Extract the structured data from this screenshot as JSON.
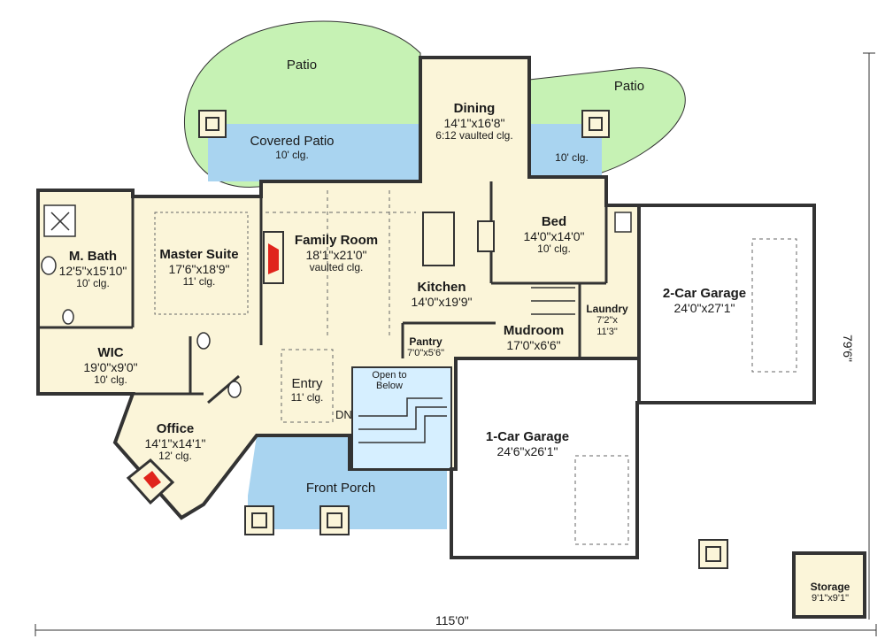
{
  "rooms": {
    "patio_left": {
      "title": "Patio"
    },
    "patio_right": {
      "title": "Patio"
    },
    "covered_patio": {
      "title": "Covered Patio",
      "note": "10' clg."
    },
    "covered_patio_right": {
      "note": "10' clg."
    },
    "dining": {
      "title": "Dining",
      "dims": "14'1\"x16'8\"",
      "note": "6:12 vaulted clg."
    },
    "bed": {
      "title": "Bed",
      "dims": "14'0\"x14'0\"",
      "note": "10' clg."
    },
    "master_bath": {
      "title": "M. Bath",
      "dims": "12'5\"x15'10\"",
      "note": "10' clg."
    },
    "master_suite": {
      "title": "Master Suite",
      "dims": "17'6\"x18'9\"",
      "note": "11' clg."
    },
    "family_room": {
      "title": "Family Room",
      "dims": "18'1\"x21'0\"",
      "note": "vaulted clg."
    },
    "kitchen": {
      "title": "Kitchen",
      "dims": "14'0\"x19'9\""
    },
    "two_car_garage": {
      "title": "2-Car Garage",
      "dims": "24'0\"x27'1\""
    },
    "laundry": {
      "title": "Laundry",
      "dims": "7'2\"x",
      "dims2": "11'3\""
    },
    "mudroom": {
      "title": "Mudroom",
      "dims": "17'0\"x6'6\""
    },
    "pantry": {
      "title": "Pantry",
      "dims": "7'0\"x5'6\""
    },
    "wic": {
      "title": "WIC",
      "dims": "19'0\"x9'0\"",
      "note": "10' clg."
    },
    "entry": {
      "title": "Entry",
      "note": "11' clg."
    },
    "open_below": {
      "title": "Open to",
      "title2": "Below"
    },
    "office": {
      "title": "Office",
      "dims": "14'1\"x14'1\"",
      "note": "12' clg."
    },
    "one_car_garage": {
      "title": "1-Car Garage",
      "dims": "24'6\"x26'1\""
    },
    "front_porch": {
      "title": "Front Porch"
    },
    "storage": {
      "title": "Storage",
      "dims": "9'1\"x9'1\""
    }
  },
  "stair_label": "DN",
  "dimensions": {
    "overall_width": "115'0\"",
    "overall_depth": "79'6\""
  },
  "colors": {
    "interior": "#fbf5d9",
    "garage": "#ffffff",
    "patio": "#c6f2b4",
    "porch": "#a9d4f0",
    "open_below": "#d6efff",
    "fireplace": "#e0241c",
    "wall": "#333333"
  }
}
